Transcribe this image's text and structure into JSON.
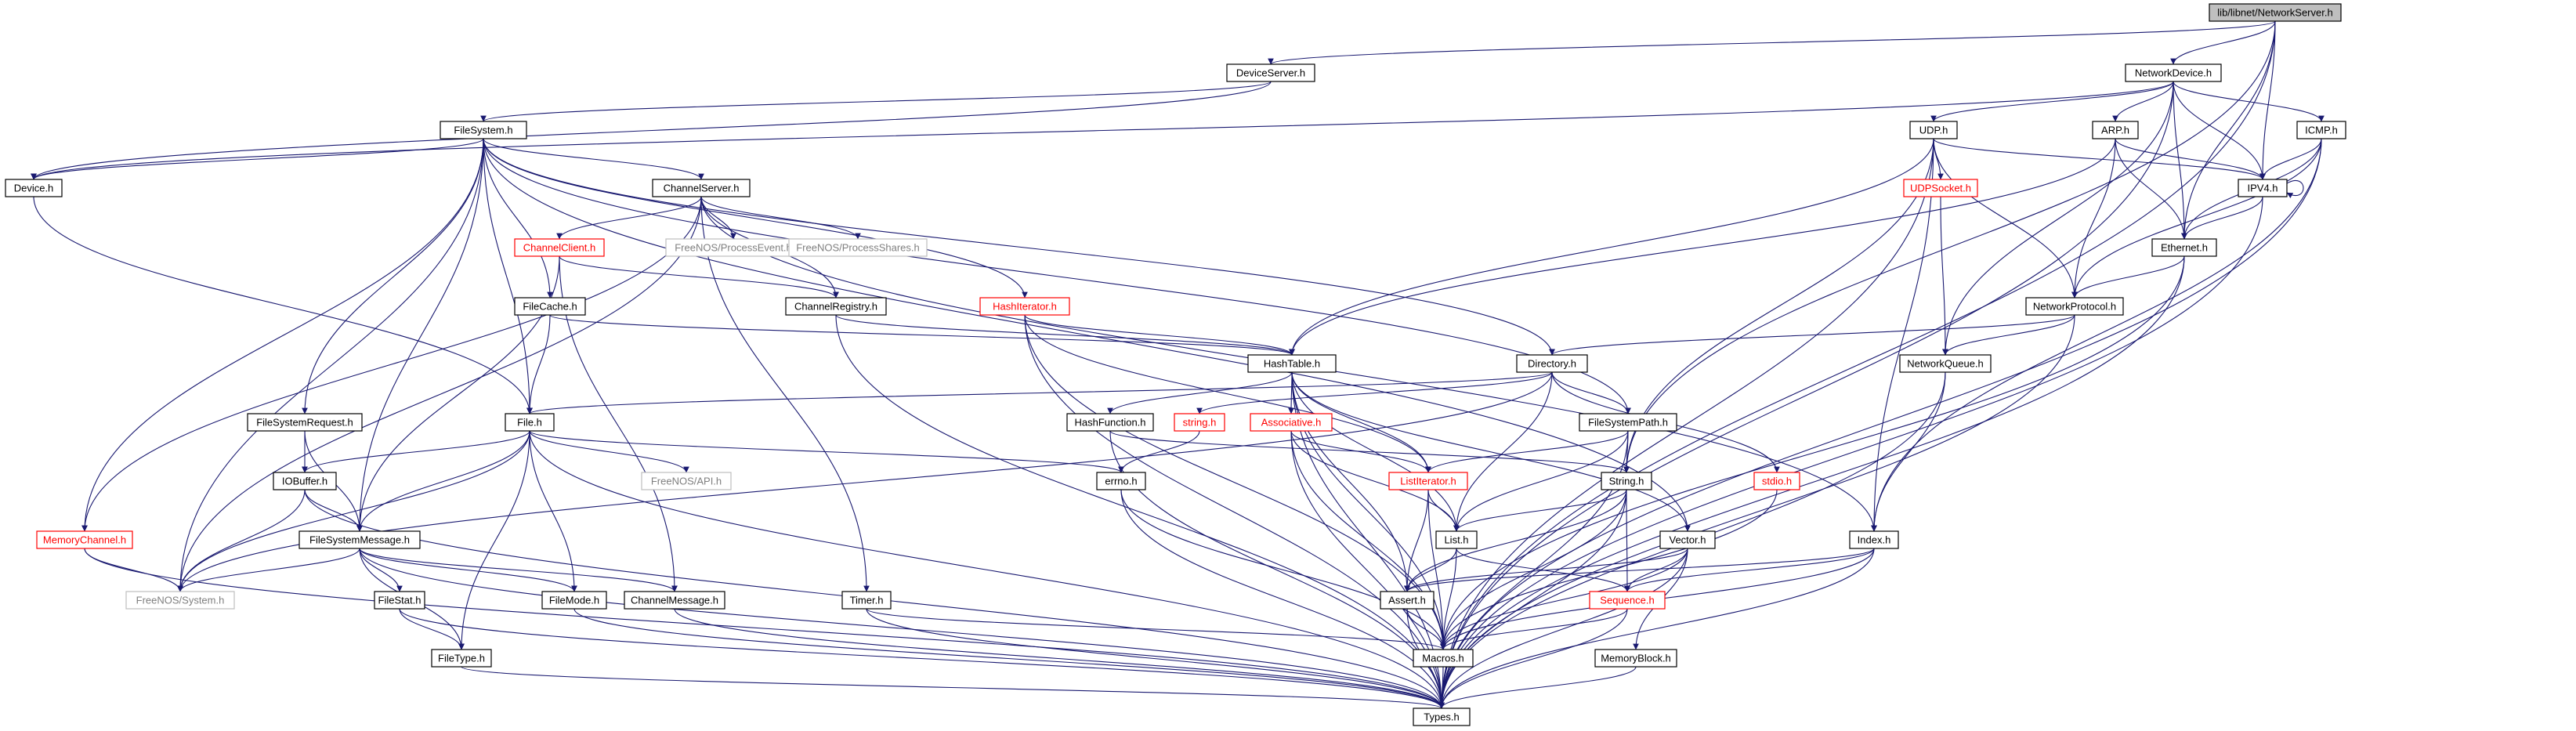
{
  "colors": {
    "edge": "#191970",
    "root_fill": "#bfbfbf",
    "truncated_border": "#ff0000",
    "external_border": "#bfbfbf",
    "external_text": "#7f7f7f"
  },
  "nodes": [
    {
      "id": "root",
      "label": "lib/libnet/NetworkServer.h",
      "kind": "root"
    },
    {
      "id": "deviceserver",
      "label": "DeviceServer.h",
      "kind": "normal"
    },
    {
      "id": "networkdevice",
      "label": "NetworkDevice.h",
      "kind": "normal"
    },
    {
      "id": "filesystem",
      "label": "FileSystem.h",
      "kind": "normal"
    },
    {
      "id": "udp",
      "label": "UDP.h",
      "kind": "normal"
    },
    {
      "id": "arp",
      "label": "ARP.h",
      "kind": "normal"
    },
    {
      "id": "icmp",
      "label": "ICMP.h",
      "kind": "normal"
    },
    {
      "id": "device",
      "label": "Device.h",
      "kind": "normal"
    },
    {
      "id": "channelserver",
      "label": "ChannelServer.h",
      "kind": "normal"
    },
    {
      "id": "udpsocket",
      "label": "UDPSocket.h",
      "kind": "trunc"
    },
    {
      "id": "ipv4",
      "label": "IPV4.h",
      "kind": "normal"
    },
    {
      "id": "channelclient",
      "label": "ChannelClient.h",
      "kind": "trunc"
    },
    {
      "id": "processevent",
      "label": "FreeNOS/ProcessEvent.h",
      "kind": "ext"
    },
    {
      "id": "processshares",
      "label": "FreeNOS/ProcessShares.h",
      "kind": "ext"
    },
    {
      "id": "ethernet",
      "label": "Ethernet.h",
      "kind": "normal"
    },
    {
      "id": "filecache",
      "label": "FileCache.h",
      "kind": "normal"
    },
    {
      "id": "channelregistry",
      "label": "ChannelRegistry.h",
      "kind": "normal"
    },
    {
      "id": "hashiterator",
      "label": "HashIterator.h",
      "kind": "trunc"
    },
    {
      "id": "networkprotocol",
      "label": "NetworkProtocol.h",
      "kind": "normal"
    },
    {
      "id": "hashtable",
      "label": "HashTable.h",
      "kind": "normal"
    },
    {
      "id": "directory",
      "label": "Directory.h",
      "kind": "normal"
    },
    {
      "id": "networkqueue",
      "label": "NetworkQueue.h",
      "kind": "normal"
    },
    {
      "id": "filesystemrequest",
      "label": "FileSystemRequest.h",
      "kind": "normal"
    },
    {
      "id": "file",
      "label": "File.h",
      "kind": "normal"
    },
    {
      "id": "hashfunction",
      "label": "HashFunction.h",
      "kind": "normal"
    },
    {
      "id": "stringh",
      "label": "string.h",
      "kind": "trunc"
    },
    {
      "id": "associative",
      "label": "Associative.h",
      "kind": "trunc"
    },
    {
      "id": "filesystempath",
      "label": "FileSystemPath.h",
      "kind": "normal"
    },
    {
      "id": "iobuffer",
      "label": "IOBuffer.h",
      "kind": "normal"
    },
    {
      "id": "api",
      "label": "FreeNOS/API.h",
      "kind": "ext"
    },
    {
      "id": "errno",
      "label": "errno.h",
      "kind": "normal"
    },
    {
      "id": "listiterator",
      "label": "ListIterator.h",
      "kind": "trunc"
    },
    {
      "id": "stringcap",
      "label": "String.h",
      "kind": "normal"
    },
    {
      "id": "stdio",
      "label": "stdio.h",
      "kind": "trunc"
    },
    {
      "id": "memorychannel",
      "label": "MemoryChannel.h",
      "kind": "trunc"
    },
    {
      "id": "filesystemmessage",
      "label": "FileSystemMessage.h",
      "kind": "normal"
    },
    {
      "id": "list",
      "label": "List.h",
      "kind": "normal"
    },
    {
      "id": "vector",
      "label": "Vector.h",
      "kind": "normal"
    },
    {
      "id": "index",
      "label": "Index.h",
      "kind": "normal"
    },
    {
      "id": "system",
      "label": "FreeNOS/System.h",
      "kind": "ext"
    },
    {
      "id": "filestat",
      "label": "FileStat.h",
      "kind": "normal"
    },
    {
      "id": "filemode",
      "label": "FileMode.h",
      "kind": "normal"
    },
    {
      "id": "channelmessage",
      "label": "ChannelMessage.h",
      "kind": "normal"
    },
    {
      "id": "timer",
      "label": "Timer.h",
      "kind": "normal"
    },
    {
      "id": "assert",
      "label": "Assert.h",
      "kind": "normal"
    },
    {
      "id": "sequence",
      "label": "Sequence.h",
      "kind": "trunc"
    },
    {
      "id": "filetype",
      "label": "FileType.h",
      "kind": "normal"
    },
    {
      "id": "macros",
      "label": "Macros.h",
      "kind": "normal"
    },
    {
      "id": "memoryblock",
      "label": "MemoryBlock.h",
      "kind": "normal"
    },
    {
      "id": "types",
      "label": "Types.h",
      "kind": "normal"
    }
  ],
  "edges": [
    [
      "root",
      "deviceserver"
    ],
    [
      "root",
      "networkdevice"
    ],
    [
      "root",
      "ipv4"
    ],
    [
      "root",
      "ethernet"
    ],
    [
      "root",
      "stringcap"
    ],
    [
      "root",
      "types"
    ],
    [
      "deviceserver",
      "filesystem"
    ],
    [
      "deviceserver",
      "device"
    ],
    [
      "networkdevice",
      "udp"
    ],
    [
      "networkdevice",
      "arp"
    ],
    [
      "networkdevice",
      "icmp"
    ],
    [
      "networkdevice",
      "ipv4"
    ],
    [
      "networkdevice",
      "ethernet"
    ],
    [
      "networkdevice",
      "networkqueue"
    ],
    [
      "networkdevice",
      "device"
    ],
    [
      "networkdevice",
      "types"
    ],
    [
      "filesystem",
      "device"
    ],
    [
      "filesystem",
      "channelserver"
    ],
    [
      "filesystem",
      "filecache"
    ],
    [
      "filesystem",
      "file"
    ],
    [
      "filesystem",
      "directory"
    ],
    [
      "filesystem",
      "filesystemrequest"
    ],
    [
      "filesystem",
      "filesystemmessage"
    ],
    [
      "filesystem",
      "filesystempath"
    ],
    [
      "filesystem",
      "hashiterator"
    ],
    [
      "filesystem",
      "system"
    ],
    [
      "filesystem",
      "vector"
    ],
    [
      "filesystem",
      "memorychannel"
    ],
    [
      "udp",
      "udpsocket"
    ],
    [
      "udp",
      "ipv4"
    ],
    [
      "udp",
      "networkprotocol"
    ],
    [
      "udp",
      "hashtable"
    ],
    [
      "udp",
      "stringcap"
    ],
    [
      "udp",
      "index"
    ],
    [
      "udp",
      "types"
    ],
    [
      "arp",
      "ipv4"
    ],
    [
      "arp",
      "ethernet"
    ],
    [
      "arp",
      "networkprotocol"
    ],
    [
      "arp",
      "hashtable"
    ],
    [
      "icmp",
      "ipv4"
    ],
    [
      "icmp",
      "ethernet"
    ],
    [
      "icmp",
      "networkprotocol"
    ],
    [
      "icmp",
      "index"
    ],
    [
      "icmp",
      "types"
    ],
    [
      "ipv4",
      "ipv4"
    ],
    [
      "ipv4",
      "ethernet"
    ],
    [
      "ipv4",
      "types"
    ],
    [
      "device",
      "file"
    ],
    [
      "channelserver",
      "channelclient"
    ],
    [
      "channelserver",
      "channelregistry"
    ],
    [
      "channelserver",
      "processevent"
    ],
    [
      "channelserver",
      "processshares"
    ],
    [
      "channelserver",
      "timer"
    ],
    [
      "channelserver",
      "index"
    ],
    [
      "channelserver",
      "system"
    ],
    [
      "channelserver",
      "memorychannel"
    ],
    [
      "udpsocket",
      "networkqueue"
    ],
    [
      "channelclient",
      "channelregistry"
    ],
    [
      "channelclient",
      "channelmessage"
    ],
    [
      "channelclient",
      "filesystemmessage"
    ],
    [
      "ethernet",
      "networkprotocol"
    ],
    [
      "ethernet",
      "macros"
    ],
    [
      "ethernet",
      "types"
    ],
    [
      "filecache",
      "hashtable"
    ],
    [
      "filecache",
      "file"
    ],
    [
      "channelregistry",
      "hashtable"
    ],
    [
      "channelregistry",
      "types"
    ],
    [
      "hashiterator",
      "hashtable"
    ],
    [
      "hashiterator",
      "listiterator"
    ],
    [
      "hashiterator",
      "macros"
    ],
    [
      "hashiterator",
      "types"
    ],
    [
      "networkprotocol",
      "directory"
    ],
    [
      "networkprotocol",
      "networkqueue"
    ],
    [
      "networkprotocol",
      "types"
    ],
    [
      "hashtable",
      "hashfunction"
    ],
    [
      "hashtable",
      "associative"
    ],
    [
      "hashtable",
      "listiterator"
    ],
    [
      "hashtable",
      "list"
    ],
    [
      "hashtable",
      "assert"
    ],
    [
      "hashtable",
      "vector"
    ],
    [
      "hashtable",
      "macros"
    ],
    [
      "hashtable",
      "types"
    ],
    [
      "directory",
      "file"
    ],
    [
      "directory",
      "stringh"
    ],
    [
      "directory",
      "filesystempath"
    ],
    [
      "directory",
      "stdio"
    ],
    [
      "directory",
      "list"
    ],
    [
      "directory",
      "system"
    ],
    [
      "networkqueue",
      "index"
    ],
    [
      "networkqueue",
      "types"
    ],
    [
      "filesystemrequest",
      "iobuffer"
    ],
    [
      "filesystemrequest",
      "filesystemmessage"
    ],
    [
      "file",
      "iobuffer"
    ],
    [
      "file",
      "filesystemmessage"
    ],
    [
      "file",
      "system"
    ],
    [
      "file",
      "api"
    ],
    [
      "file",
      "errno"
    ],
    [
      "file",
      "filemode"
    ],
    [
      "file",
      "filetype"
    ],
    [
      "file",
      "types"
    ],
    [
      "hashfunction",
      "stringcap"
    ],
    [
      "hashfunction",
      "types"
    ],
    [
      "stringh",
      "errno"
    ],
    [
      "associative",
      "listiterator"
    ],
    [
      "associative",
      "list"
    ],
    [
      "associative",
      "macros"
    ],
    [
      "associative",
      "types"
    ],
    [
      "filesystempath",
      "stringcap"
    ],
    [
      "filesystempath",
      "listiterator"
    ],
    [
      "filesystempath",
      "list"
    ],
    [
      "filesystempath",
      "types"
    ],
    [
      "iobuffer",
      "filesystemmessage"
    ],
    [
      "iobuffer",
      "system"
    ],
    [
      "iobuffer",
      "types"
    ],
    [
      "errno",
      "macros"
    ],
    [
      "errno",
      "types"
    ],
    [
      "listiterator",
      "list"
    ],
    [
      "listiterator",
      "assert"
    ],
    [
      "listiterator",
      "macros"
    ],
    [
      "stringcap",
      "list"
    ],
    [
      "stringcap",
      "assert"
    ],
    [
      "stringcap",
      "sequence"
    ],
    [
      "stringcap",
      "macros"
    ],
    [
      "stringcap",
      "types"
    ],
    [
      "stdio",
      "macros"
    ],
    [
      "memorychannel",
      "system"
    ],
    [
      "memorychannel",
      "types"
    ],
    [
      "filesystemmessage",
      "system"
    ],
    [
      "filesystemmessage",
      "filestat"
    ],
    [
      "filesystemmessage",
      "filemode"
    ],
    [
      "filesystemmessage",
      "channelmessage"
    ],
    [
      "filesystemmessage",
      "filetype"
    ],
    [
      "filesystemmessage",
      "types"
    ],
    [
      "list",
      "assert"
    ],
    [
      "list",
      "sequence"
    ],
    [
      "list",
      "macros"
    ],
    [
      "vector",
      "assert"
    ],
    [
      "vector",
      "sequence"
    ],
    [
      "vector",
      "macros"
    ],
    [
      "vector",
      "memoryblock"
    ],
    [
      "vector",
      "types"
    ],
    [
      "index",
      "assert"
    ],
    [
      "index",
      "sequence"
    ],
    [
      "index",
      "macros"
    ],
    [
      "index",
      "types"
    ],
    [
      "filestat",
      "filetype"
    ],
    [
      "filestat",
      "types"
    ],
    [
      "filemode",
      "types"
    ],
    [
      "channelmessage",
      "types"
    ],
    [
      "timer",
      "macros"
    ],
    [
      "timer",
      "types"
    ],
    [
      "assert",
      "macros"
    ],
    [
      "assert",
      "types"
    ],
    [
      "sequence",
      "macros"
    ],
    [
      "sequence",
      "types"
    ],
    [
      "filetype",
      "types"
    ],
    [
      "macros",
      "types"
    ],
    [
      "memoryblock",
      "types"
    ]
  ]
}
